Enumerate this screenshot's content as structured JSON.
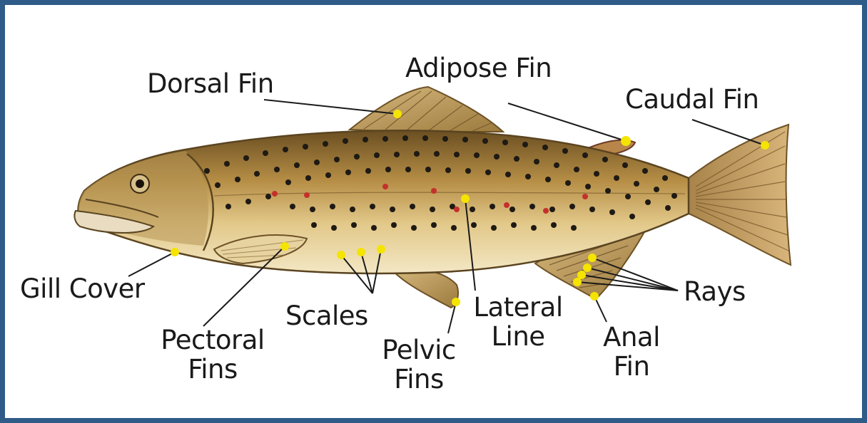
{
  "labels": {
    "dorsal_fin": "Dorsal Fin",
    "adipose_fin": "Adipose Fin",
    "caudal_fin": "Caudal Fin",
    "gill_cover": "Gill Cover",
    "pectoral_fins": [
      "Pectoral",
      "Fins"
    ],
    "scales": "Scales",
    "pelvic_fins": [
      "Pelvic",
      "Fins"
    ],
    "lateral_line": [
      "Lateral",
      "Line"
    ],
    "anal_fin": [
      "Anal",
      "Fin"
    ],
    "rays": "Rays"
  },
  "colors": {
    "frame": "#2f5b88",
    "marker": "#f5e400",
    "body_light": "#e8d49a",
    "body_dark": "#8a6a2e",
    "fin": "#c9a86a",
    "spot_black": "#1e1a14",
    "spot_red": "#c4312c"
  }
}
